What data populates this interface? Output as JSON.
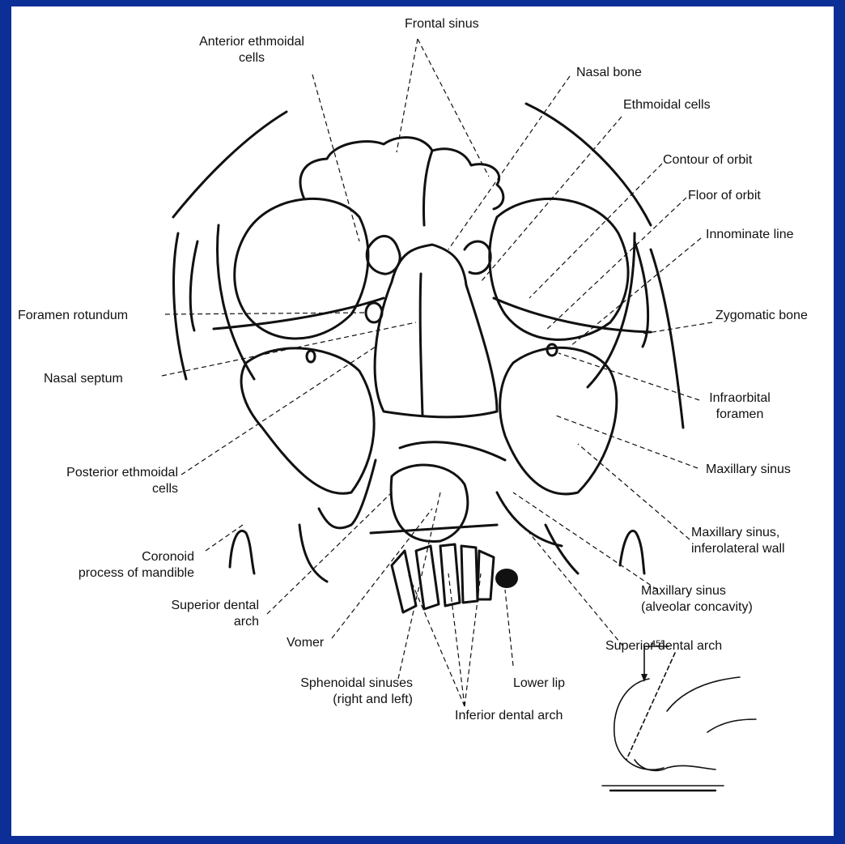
{
  "colors": {
    "frame": "#0b2f96",
    "panel": "#ffffff",
    "ink": "#111111"
  },
  "diagram": {
    "labels": {
      "frontal_sinus": "Frontal sinus",
      "anterior_ethmoidal_cells_1": "Anterior ethmoidal",
      "anterior_ethmoidal_cells_2": "cells",
      "nasal_bone": "Nasal bone",
      "ethmoidal_cells": "Ethmoidal cells",
      "contour_of_orbit": "Contour of orbit",
      "floor_of_orbit": "Floor of orbit",
      "innominate_line": "Innominate line",
      "foramen_rotundum": "Foramen rotundum",
      "zygomatic_bone": "Zygomatic bone",
      "nasal_septum": "Nasal septum",
      "infraorbital_foramen_1": "Infraorbital",
      "infraorbital_foramen_2": "foramen",
      "posterior_ethmoidal_cells_1": "Posterior ethmoidal",
      "posterior_ethmoidal_cells_2": "cells",
      "maxillary_sinus": "Maxillary sinus",
      "coronoid_process_1": "Coronoid",
      "coronoid_process_2": "process of mandible",
      "maxillary_sinus_inferolateral_1": "Maxillary sinus,",
      "maxillary_sinus_inferolateral_2": "inferolateral wall",
      "superior_dental_arch_left_1": "Superior dental",
      "superior_dental_arch_left_2": "arch",
      "maxillary_sinus_alveolar_1": "Maxillary sinus",
      "maxillary_sinus_alveolar_2": "(alveolar concavity)",
      "vomer": "Vomer",
      "superior_dental_arch_right": "Superior dental arch",
      "sphenoidal_sinuses_1": "Sphenoidal sinuses",
      "sphenoidal_sinuses_2": "(right and left)",
      "lower_lip": "Lower lip",
      "inferior_dental_arch": "Inferior dental arch",
      "angle": "45°"
    }
  }
}
